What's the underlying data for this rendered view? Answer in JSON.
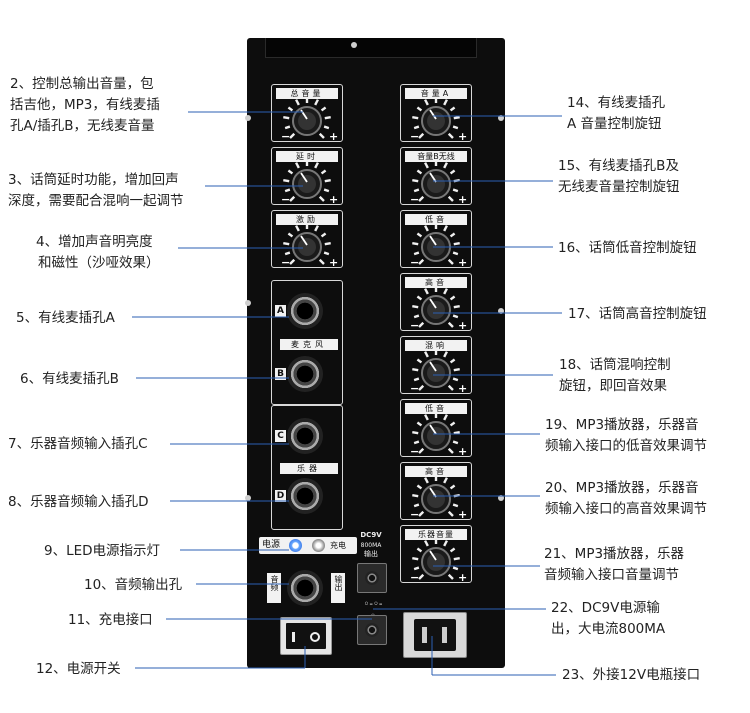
{
  "callouts_left": [
    {
      "id": "c2",
      "lines": [
        "2、控制总输出音量，包",
        "括吉他，MP3，有线麦插",
        "孔A/插孔B，无线麦音量"
      ]
    },
    {
      "id": "c3",
      "lines": [
        "3、话筒延时功能，增加回声",
        "深度，需要配合混响一起调节"
      ]
    },
    {
      "id": "c4",
      "lines": [
        "4、增加声音明亮度",
        "和磁性（沙哑效果）"
      ]
    },
    {
      "id": "c5",
      "lines": [
        "5、有线麦插孔A"
      ]
    },
    {
      "id": "c6",
      "lines": [
        "6、有线麦插孔B"
      ]
    },
    {
      "id": "c7",
      "lines": [
        "7、乐器音频输入插孔C"
      ]
    },
    {
      "id": "c8",
      "lines": [
        "8、乐器音频输入插孔D"
      ]
    },
    {
      "id": "c9",
      "lines": [
        "9、LED电源指示灯"
      ]
    },
    {
      "id": "c10",
      "lines": [
        "10、音频输出孔"
      ]
    },
    {
      "id": "c11",
      "lines": [
        "11、充电接口"
      ]
    },
    {
      "id": "c12",
      "lines": [
        "12、电源开关"
      ]
    }
  ],
  "callouts_right": [
    {
      "id": "c14",
      "lines": [
        "14、有线麦插孔",
        "A 音量控制旋钮"
      ]
    },
    {
      "id": "c15",
      "lines": [
        "15、有线麦插孔B及",
        "无线麦音量控制旋钮"
      ]
    },
    {
      "id": "c16",
      "lines": [
        "16、话筒低音控制旋钮"
      ]
    },
    {
      "id": "c17",
      "lines": [
        "17、话筒高音控制旋钮"
      ]
    },
    {
      "id": "c18",
      "lines": [
        "18、话筒混响控制",
        "旋钮，即回音效果"
      ]
    },
    {
      "id": "c19",
      "lines": [
        "19、MP3播放器，乐器音",
        "频输入接口的低音效果调节"
      ]
    },
    {
      "id": "c20",
      "lines": [
        "20、MP3播放器，乐器音",
        "频输入接口的高音效果调节"
      ]
    },
    {
      "id": "c21",
      "lines": [
        "21、MP3播放器，乐器",
        "音频输入接口音量调节"
      ]
    },
    {
      "id": "c22",
      "lines": [
        "22、DC9V电源输",
        "出，大电流800MA"
      ]
    },
    {
      "id": "c23",
      "lines": [
        "23、外接12V电瓶接口"
      ]
    }
  ],
  "panel": {
    "left_knobs": [
      "总音量",
      "延时",
      "激励"
    ],
    "right_knobs": [
      "音量A",
      "音量B无线",
      "低音",
      "高音",
      "混响",
      "低音",
      "高音",
      "乐器音量"
    ],
    "jack_letters": [
      "A",
      "B",
      "C",
      "D"
    ],
    "mic_label": "麦克风",
    "instrument_label": "乐器",
    "power_indicator": "电源",
    "charge_indicator": "充电",
    "audio_out_left": "音频",
    "audio_out_right": "输出",
    "dc_label_1": "DC9V",
    "dc_label_2": "800MA",
    "dc_label_3": "输出",
    "minus_sign": "−",
    "plus_sign": "+"
  }
}
